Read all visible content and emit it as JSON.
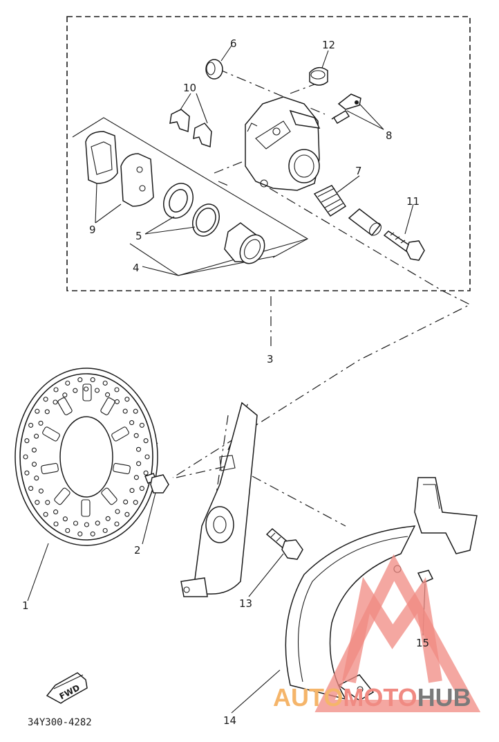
{
  "labels": {
    "p1": "1",
    "p2": "2",
    "p3": "3",
    "p4": "4",
    "p5": "5",
    "p6": "6",
    "p7": "7",
    "p8": "8",
    "p9": "9",
    "p10": "10",
    "p11": "11",
    "p12": "12",
    "p13": "13",
    "p14": "14",
    "p15": "15"
  },
  "fwd_arrow": "FWD",
  "diagram_code": "34Y300-4282",
  "watermark": {
    "part1": "AUTO",
    "part2": "MOTO",
    "part3": "HUB",
    "color_accent": "#f5b56a",
    "color_red": "#f08a82",
    "color_gray": "#7a7a7a"
  }
}
